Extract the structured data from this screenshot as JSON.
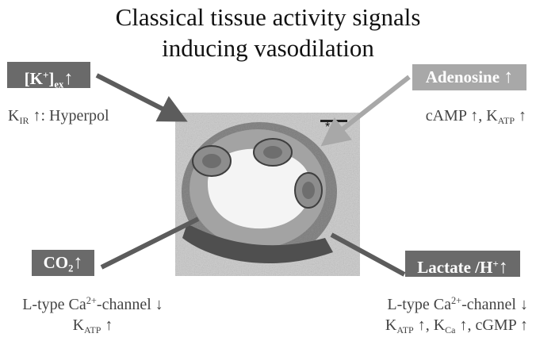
{
  "title": {
    "line1": "Classical tissue activity signals",
    "line2": "inducing vasodilation"
  },
  "signals": {
    "potassium": {
      "label_main": "[K",
      "label_sup": "+",
      "label_close": "]",
      "label_sub": "ex",
      "arrow": "↑",
      "effect_main": "K",
      "effect_sub": "IR",
      "effect_rest": " ↑: Hyperpol",
      "color": "#6a6a6a"
    },
    "adenosine": {
      "label": "Adenosine",
      "arrow": "↑",
      "effect_a": "cAMP ↑, K",
      "effect_sub": "ATP",
      "effect_b": " ↑",
      "color": "#a8a8a8"
    },
    "co2": {
      "label_main": "CO",
      "label_sub": "2",
      "arrow": "↑",
      "effect_line1_a": "L-type Ca",
      "effect_line1_sup": "2+",
      "effect_line1_b": "-channel ↓",
      "effect_line2_a": "K",
      "effect_line2_sub": "ATP",
      "effect_line2_b": " ↑",
      "color": "#6a6a6a"
    },
    "lactate": {
      "label_main": "Lactate /H",
      "label_sup": "+",
      "arrow": "↑",
      "effect_line1_a": "L-type Ca",
      "effect_line1_sup": "2+",
      "effect_line1_b": "-channel ↓",
      "effect_line2_k": "K",
      "effect_line2_sub1": "ATP",
      "effect_line2_mid": " ↑, K",
      "effect_line2_sub2": "Ca",
      "effect_line2_end": " ↑, cGMP ↑",
      "color": "#6a6a6a"
    }
  },
  "micrograph": {
    "marker": "*"
  }
}
